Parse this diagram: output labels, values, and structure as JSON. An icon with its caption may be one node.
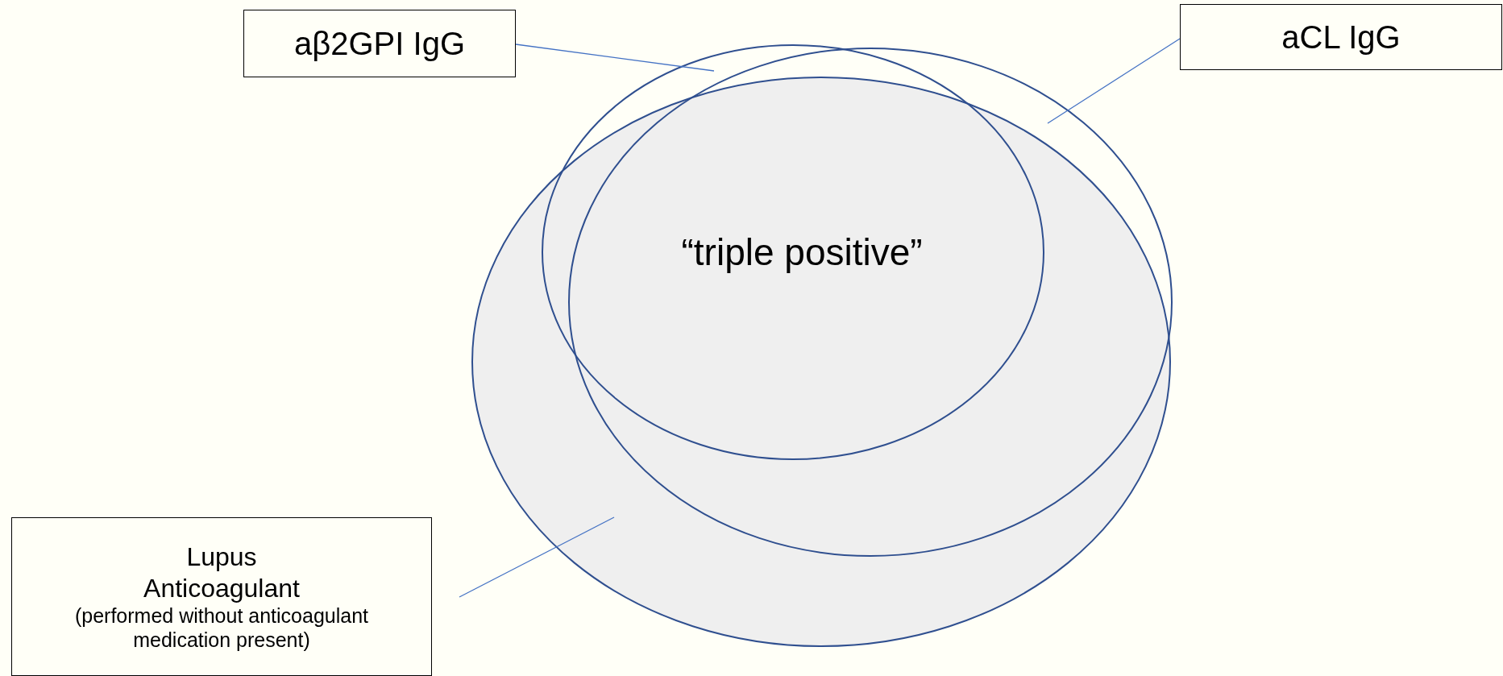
{
  "diagram": {
    "nodes": [
      {
        "text": [
          "aβ2GPI IgG"
        ]
      },
      {
        "text": [
          "aCL IgG"
        ]
      },
      {
        "text": [],
        "shape": "ellipse"
      },
      {
        "text": [],
        "shape": "ellipse"
      },
      {
        "text": [],
        "shape": "ellipse"
      },
      {
        "text": [
          "Lupus Anticoagulant",
          "(performed without anticoagulant medication present)"
        ]
      }
    ],
    "edges": [
      {
        "from": 0,
        "to": 2,
        "arrow": "none"
      },
      {
        "from": 1,
        "to": 3,
        "arrow": "none"
      },
      {
        "from": 5,
        "to": 4,
        "arrow": "none"
      }
    ],
    "labels": [
      "“triple positive”"
    ]
  }
}
